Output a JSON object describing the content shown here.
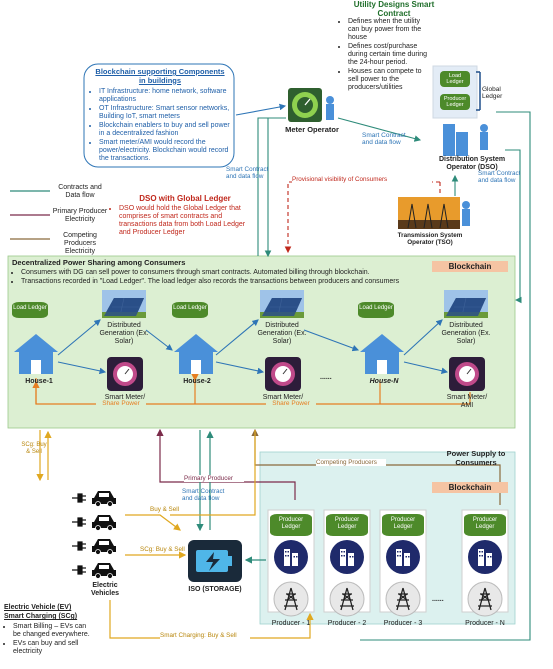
{
  "utility": {
    "title": "Utility Designs Smart Contract",
    "bullets": [
      "Defines when the utility can buy power from the house",
      "Defines cost/purchase during certain time during the 24-hour period.",
      "Houses can compete to sell power to the producers/utilities"
    ]
  },
  "blockchain_components": {
    "title": "Blockchain supporting Components in buildings",
    "bullets": [
      "IT Infrastructure: home network, software applications",
      "OT Infrastructure: Smart sensor networks, Building IoT, smart meters",
      "Blockchain enablers to buy and sell power in a decentralized fashion",
      "Smart meter/AMI would record the power/electricity. Blockchain would record the transactions."
    ]
  },
  "meter_operator": "Meter Operator",
  "dso": {
    "name": "Distribution System Operator (DSO)",
    "global_ledger": "Global Ledger",
    "load_ledger": "Load Ledger",
    "producer_ledger": "Producer Ledger"
  },
  "legend": {
    "contracts": "Contracts and Data flow",
    "primary": "Primary Producer Electricity",
    "competing": "Competing Producers Electricity"
  },
  "dso_global": {
    "title": "DSO with Global Ledger",
    "bullet": "DSO would hold the Global Ledger that comprises of smart contracts and transactions data from both Load Ledger and Producer Ledger"
  },
  "provisional": "Provisional visibility of Consumers",
  "tso": "Transmission System Operator (TSO)",
  "decentralized": {
    "title": "Decentralized Power Sharing among Consumers",
    "bullets": [
      "Consumers with DG can sell power to consumers through smart contracts. Automated billing through blockchain.",
      "Transactions recorded in \"Load Ledger\". The load ledger also records the transactions between producers and consumers"
    ],
    "blockchain_tag": "Blockchain"
  },
  "houses": [
    {
      "name": "House-1",
      "ledger": "Load Ledger",
      "dg": "Distributed Generation (Ex. Solar)",
      "meter": "Smart Meter/ AMI"
    },
    {
      "name": "House-2",
      "ledger": "Load Ledger",
      "dg": "Distributed Generation (Ex. Solar)",
      "meter": "Smart Meter/ AMI"
    },
    {
      "name": "House-N",
      "ledger": "Load Ledger",
      "dg": "Distributed Generation (Ex. Solar)",
      "meter": "Smart Meter/ AMI"
    }
  ],
  "ellipsis": "......",
  "share_power": "Share Power",
  "smart_contract_flow": "Smart Contract and data flow",
  "primary_producer": "Primary Producer",
  "competing_producers": "Competing Producers",
  "power_supply": "Power Supply to Consumers",
  "blockchain2": "Blockchain",
  "buy_sell": "Buy & Sell",
  "scg_buy_sell": "SCg: Buy & Sell",
  "ev": "Electric Vehicles",
  "iso": "ISO (STORAGE)",
  "ev_section": {
    "title1": "Electric Vehicle (EV)",
    "title2": "Smart Charging (SCg)",
    "bullets": [
      "Smart Billing – EVs can be changed everywhere.",
      "EVs can buy and sell electricity"
    ]
  },
  "smart_charging": "Smart Charging: Buy & Sell",
  "producers": [
    {
      "ledger": "Producer Ledger",
      "name": "Producer - 1"
    },
    {
      "ledger": "Producer Ledger",
      "name": "Producer - 2"
    },
    {
      "ledger": "Producer Ledger",
      "name": "Producer - 3"
    },
    {
      "ledger": "Producer Ledger",
      "name": "Producer - N"
    }
  ],
  "colors": {
    "blue_flow": "#2e75b6",
    "teal_flow": "#2e8b7a",
    "primary": "#7b2b4a",
    "competing": "#8a6a3c",
    "share": "#e67e22",
    "ev_flow": "#e0a820",
    "green_panel": "#dcefd2",
    "teal_panel": "#dcf1ef",
    "ledger_green": "#4d8a2a"
  }
}
